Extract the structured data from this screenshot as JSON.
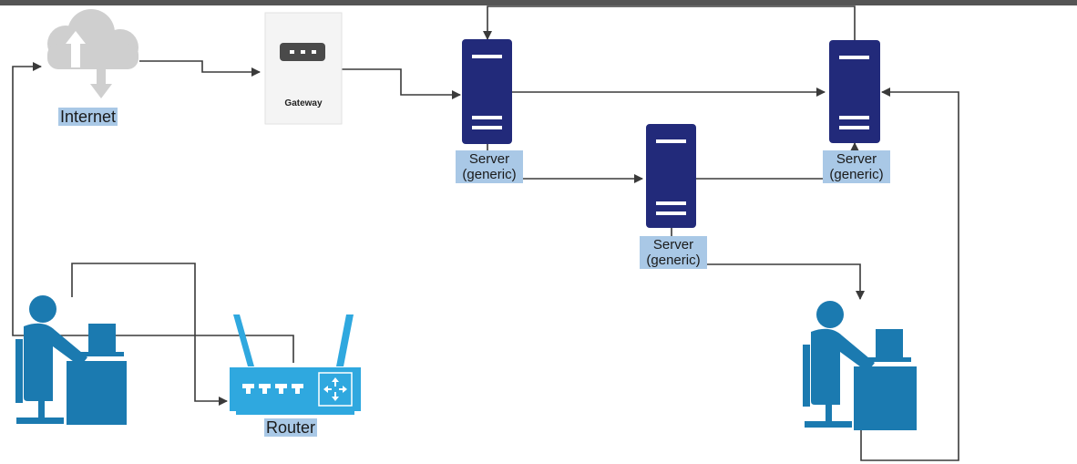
{
  "diagram": {
    "colors": {
      "connector": "#3a3a3a",
      "server_body": "#222a7a",
      "server_stripe": "#ffffff",
      "person": "#1b7ab0",
      "router": "#2fa8df",
      "cloud": "#cfcfcf",
      "gateway_panel": "#f4f4f4",
      "gateway_icon": "#4a4a4a",
      "label_highlight": "#a9c8e6",
      "top_bar": "#555555"
    },
    "nodes": {
      "internet": {
        "label": "Internet",
        "icon": "cloud-upload-download-icon"
      },
      "gateway": {
        "label": "Gateway",
        "icon": "gateway-icon"
      },
      "server_1": {
        "label_line1": "Server",
        "label_line2": "(generic)",
        "icon": "server-icon"
      },
      "server_2": {
        "label_line1": "Server",
        "label_line2": "(generic)",
        "icon": "server-icon"
      },
      "server_3": {
        "label_line1": "Server",
        "label_line2": "(generic)",
        "icon": "server-icon"
      },
      "user_left": {
        "icon": "person-at-computer-icon"
      },
      "user_right": {
        "icon": "person-at-computer-icon"
      },
      "router": {
        "label": "Router",
        "icon": "router-icon"
      }
    },
    "connections": [
      {
        "from": "internet",
        "to": "gateway"
      },
      {
        "from": "gateway",
        "to": "server_1"
      },
      {
        "from": "server_1",
        "to": "server_3"
      },
      {
        "from": "server_1",
        "to": "server_2"
      },
      {
        "from": "server_2",
        "to": "server_3"
      },
      {
        "from": "server_3",
        "to": "server_1"
      },
      {
        "from": "server_2",
        "to": "user_right"
      },
      {
        "from": "user_right",
        "to": "server_3"
      },
      {
        "from": "user_left",
        "to": "router"
      },
      {
        "from": "router",
        "to": "internet"
      }
    ]
  }
}
